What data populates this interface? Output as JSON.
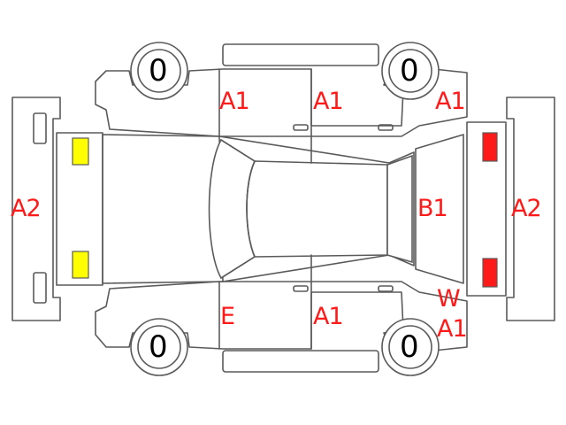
{
  "colors": {
    "label": "#ff1a1a",
    "tire_label": "#000000",
    "outline": "#5a5a5a",
    "front_lamp": "#ffff00",
    "rear_lamp": "#ff1a1a"
  },
  "tire_codes": {
    "front_upper": "0",
    "rear_upper": "0",
    "front_lower": "0",
    "rear_lower": "0"
  },
  "damage_codes": {
    "front_bumper": "A2",
    "rear_bumper": "A2",
    "front_fender_upper": "A1",
    "rear_door_upper": "A1",
    "rear_quarter_upper": "A1",
    "front_fender_lower": "E",
    "rear_door_lower": "A1",
    "rear_quarter_lower_w": "W",
    "rear_quarter_lower_a": "A1",
    "back_door": "B1"
  }
}
